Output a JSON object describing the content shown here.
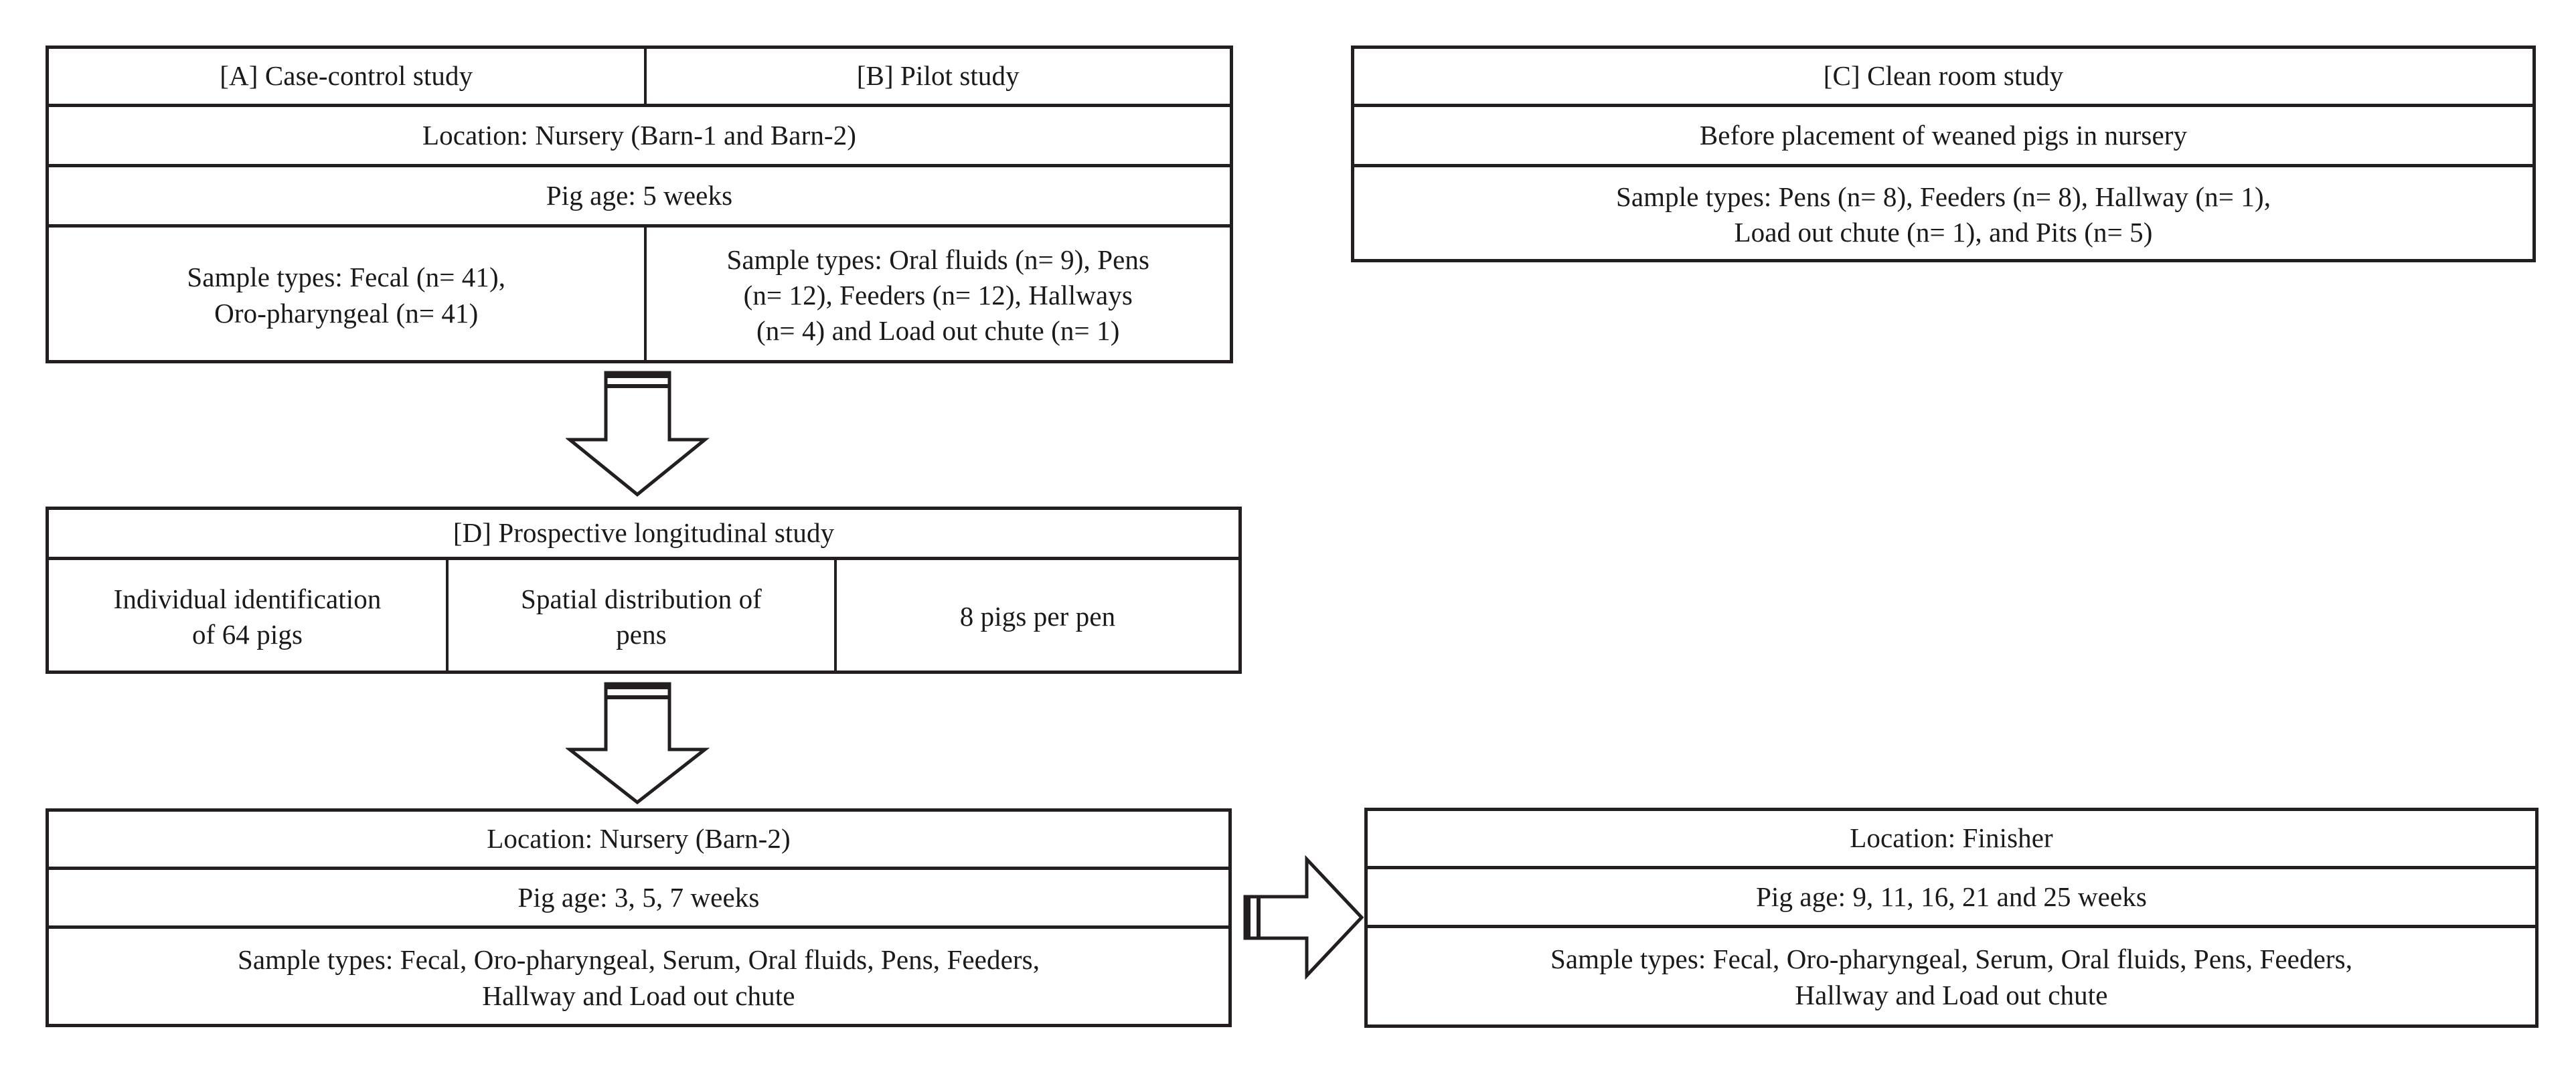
{
  "figure": {
    "type": "study-design-flow-diagram",
    "background": "#ffffff",
    "line_color": "#231f20"
  },
  "boxes": {
    "case_control": {
      "title": "[A] Case-control study",
      "sample_types_line1": "Sample types: Fecal (n= 41),",
      "sample_types_line2": "Oro-pharyngeal (n= 41)"
    },
    "pilot": {
      "title": "[B] Pilot study",
      "sample_types_line1": "Sample types: Oral fluids (n= 9), Pens",
      "sample_types_line2": "(n= 12), Feeders (n= 12), Hallways",
      "sample_types_line3": "(n= 4) and Load out chute (n= 1)"
    },
    "shared_ab": {
      "location": "Location: Nursery (Barn-1 and Barn-2)",
      "pig_age": "Pig age: 5 weeks"
    },
    "clean_room": {
      "title": "[C] Clean room study",
      "timing": "Before placement of weaned pigs in nursery",
      "sample_types_line1": "Sample types: Pens (n= 8), Feeders (n= 8), Hallway (n= 1),",
      "sample_types_line2": "Load out chute (n= 1),  and Pits (n= 5)"
    },
    "longitudinal": {
      "title": "[D] Prospective longitudinal study",
      "col1_line1": "Individual identification",
      "col1_line2": "of 64 pigs",
      "col2_line1": "Spatial distribution of",
      "col2_line2": "pens",
      "col3": "8 pigs per pen"
    },
    "nursery": {
      "location": "Location: Nursery (Barn-2)",
      "pig_age": "Pig age: 3, 5, 7 weeks",
      "sample_types_line1": "Sample types: Fecal, Oro-pharyngeal, Serum, Oral fluids, Pens, Feeders,",
      "sample_types_line2": "Hallway and Load out chute"
    },
    "finisher": {
      "location": "Location: Finisher",
      "pig_age": "Pig age: 9, 11, 16, 21 and 25 weeks",
      "sample_types_line1": "Sample types: Fecal, Oro-pharyngeal, Serum, Oral fluids, Pens, Feeders,",
      "sample_types_line2": "Hallway and Load out chute"
    }
  },
  "arrows": {
    "ab_to_d": "down-arrow",
    "d_to_nursery": "down-arrow",
    "nursery_to_finisher": "right-arrow"
  }
}
